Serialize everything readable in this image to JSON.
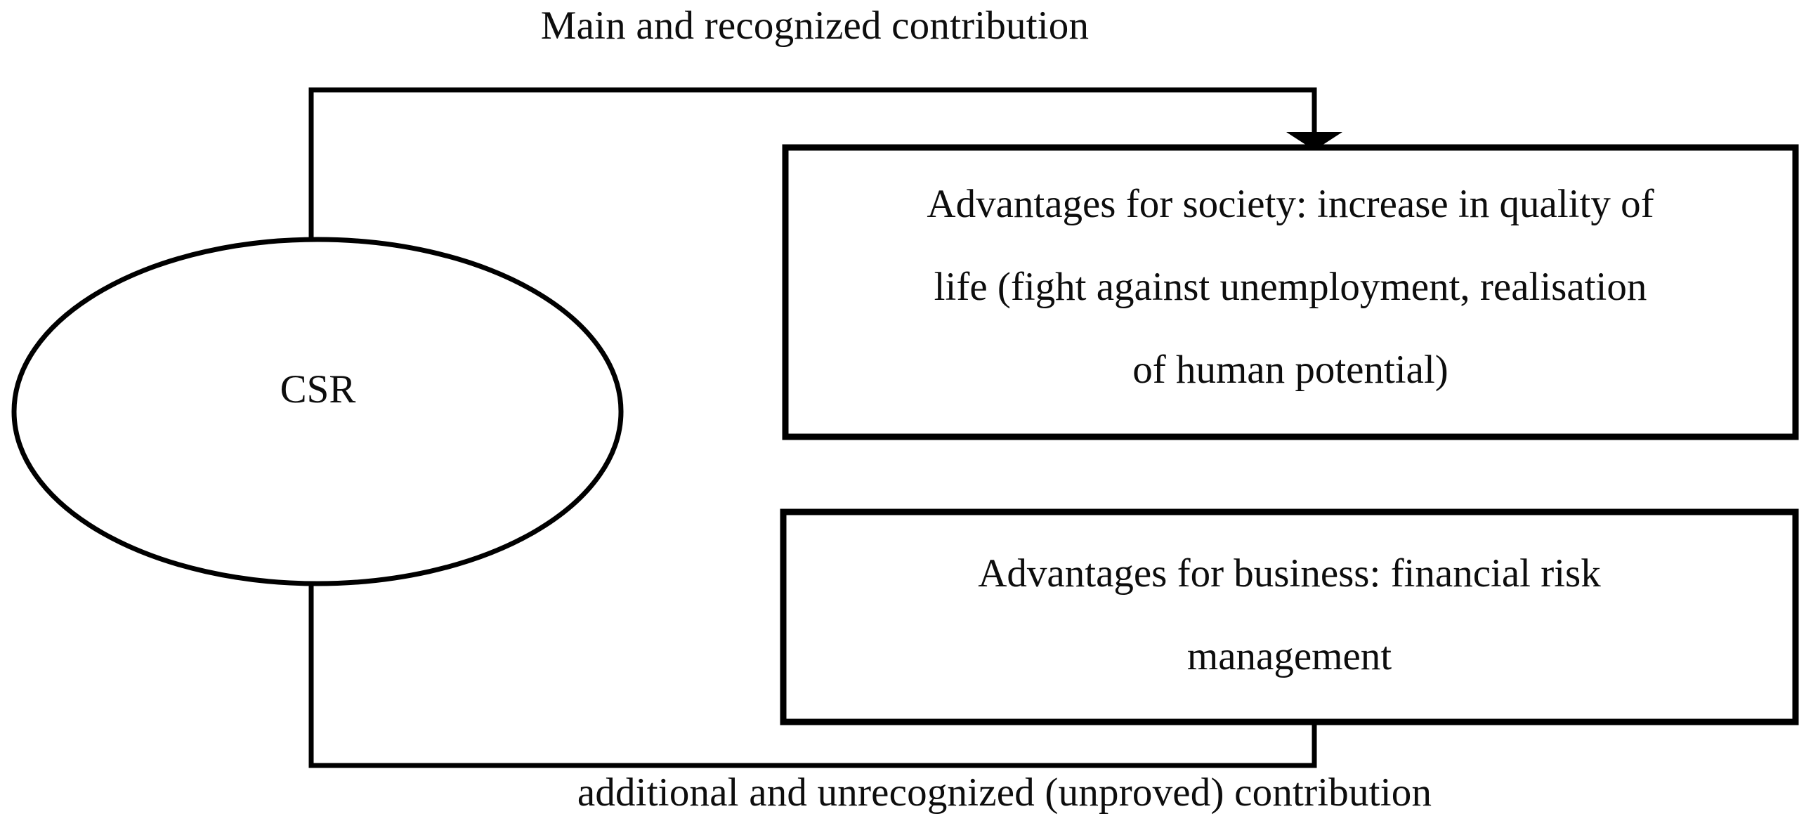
{
  "diagram": {
    "type": "flow-diagram",
    "background_color": "#ffffff",
    "stroke_color": "#000000",
    "text_color": "#0d0d0d",
    "nodes": {
      "source": {
        "shape": "ellipse",
        "label": "CSR",
        "name": "csr-ellipse"
      },
      "society_box": {
        "shape": "rectangle",
        "name": "advantages-for-society-box",
        "lines": [
          "Advantages for society: increase in quality of",
          "life (fight against unemployment, realisation",
          "of human potential)"
        ],
        "text": "Advantages for society: increase in quality of life (fight against unemployment, realisation of human potential)"
      },
      "business_box": {
        "shape": "rectangle",
        "name": "advantages-for-business-box",
        "lines": [
          "Advantages for business: financial risk",
          "management"
        ],
        "text": "Advantages for business: financial risk management"
      }
    },
    "edges": [
      {
        "name": "edge-csr-to-society",
        "from": "CSR",
        "to": "Advantages for society",
        "label": "Main and recognized contribution",
        "arrow": "down",
        "position": "top"
      },
      {
        "name": "edge-csr-to-business",
        "from": "CSR",
        "to": "Advantages for business",
        "label": "additional and unrecognized (unproved) contribution",
        "arrow": "up",
        "position": "bottom"
      }
    ]
  }
}
